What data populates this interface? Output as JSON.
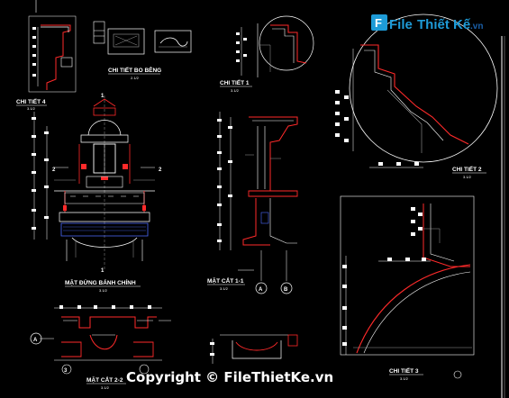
{
  "logo": {
    "brand_part1": "File",
    "brand_part2": "Thiết Kế",
    "suffix": ".vn",
    "color_primary": "#1e9bd7",
    "color_text": "#1a5fa8"
  },
  "labels": {
    "detail_small": "CHI TIẾT BO BÊNG",
    "detail_small_scale": "2.1/2",
    "chi_tiet_left": "CHI TIẾT 4",
    "chi_tiet_left_scale": "3.1/2",
    "chi_tiet_1": "CHI TIẾT 1",
    "chi_tiet_1_scale": "3.1/2",
    "chi_tiet_2": "CHI TIẾT 2",
    "chi_tiet_2_scale": "3.1/2",
    "chi_tiet_3": "CHI TIẾT 3",
    "chi_tiet_3_scale": "3.1/2",
    "elevation": "MẶT ĐỨNG BÁNH CHÍNH",
    "elevation_scale": "3.1/2",
    "section_11": "MẶT CẮT 1-1",
    "section_11_scale": "3.1/2",
    "section_22": "MẶT CẮT 2-2",
    "section_22_scale": "3.1/2"
  },
  "axis_marks": {
    "A": "A",
    "B": "B",
    "one": "1",
    "two": "2",
    "three": "3"
  },
  "watermark": "Copyright © FileThietKe.vn",
  "colors": {
    "background": "#000000",
    "line_white": "#ffffff",
    "line_red": "#ff2a2a",
    "line_blue": "#4d6bff",
    "line_gray": "#9a9a9a"
  }
}
